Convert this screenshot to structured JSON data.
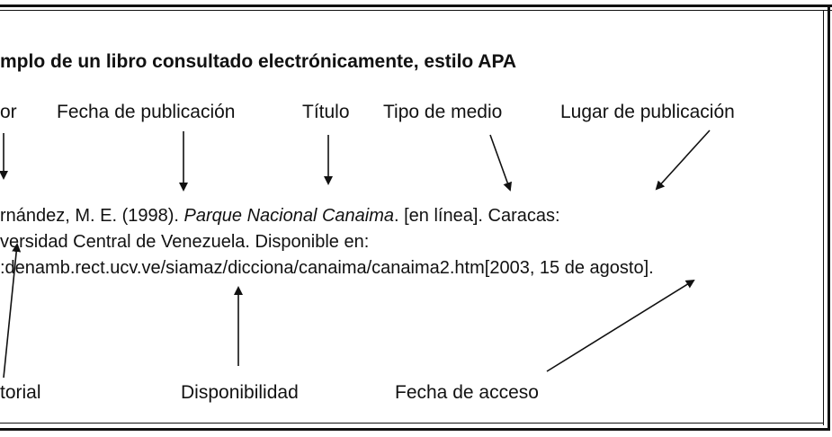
{
  "title": "mplo de un libro consultado electrónicamente,  estilo APA",
  "labels_top": {
    "autor": "or",
    "fecha_publicacion": "Fecha de publicación",
    "titulo": "Título",
    "tipo_medio": "Tipo de medio",
    "lugar_publicacion": "Lugar de publicación"
  },
  "reference": {
    "line1_author": "rnández, M. E. (1998). ",
    "line1_title": "Parque Nacional Canaima",
    "line1_rest": ". [en línea]. Caracas:",
    "line2": "versidad Central de Venezuela. Disponible en:",
    "line3": ":denamb.rect.ucv.ve/siamaz/dicciona/canaima/canaima2.htm[2003, 15 de agosto]."
  },
  "labels_bottom": {
    "editorial": "torial",
    "disponibilidad": "Disponibilidad",
    "fecha_acceso": "Fecha de acceso"
  }
}
